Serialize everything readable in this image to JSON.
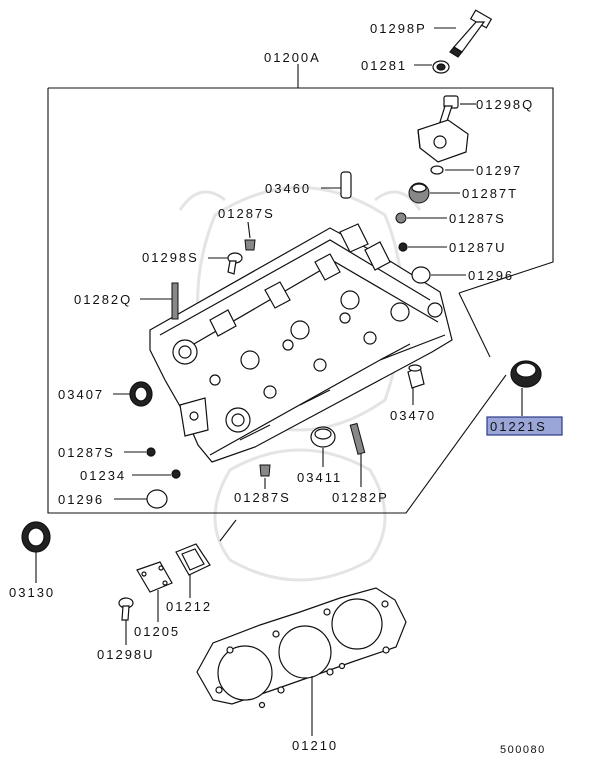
{
  "labels": {
    "p01298P": "01298P",
    "p01200A": "01200A",
    "p01281": "01281",
    "p01298Q": "01298Q",
    "p01297": "01297",
    "p03460": "03460",
    "p01287T": "01287T",
    "p01287S_top": "01287S",
    "p01287S_right": "01287S",
    "p01298S": "01298S",
    "p01287U": "01287U",
    "p01296_right": "01296",
    "p01282Q": "01282Q",
    "p03407": "03407",
    "p03470": "03470",
    "p01221S": "01221S",
    "p01287S_left": "01287S",
    "p01234": "01234",
    "p01296_left": "01296",
    "p01287S_bottom": "01287S",
    "p03411": "03411",
    "p01282P": "01282P",
    "p03130": "03130",
    "p01212": "01212",
    "p01205": "01205",
    "p01298U": "01298U",
    "p01210": "01210",
    "figure_number": "500080"
  },
  "highlight": {
    "part": "01221S",
    "color": "#9aa6d8"
  },
  "icons": [
    "bolt-icon",
    "washer-icon",
    "seal-ring-icon",
    "plug-icon",
    "dowel-icon",
    "gasket-icon",
    "cylinder-head-icon"
  ]
}
